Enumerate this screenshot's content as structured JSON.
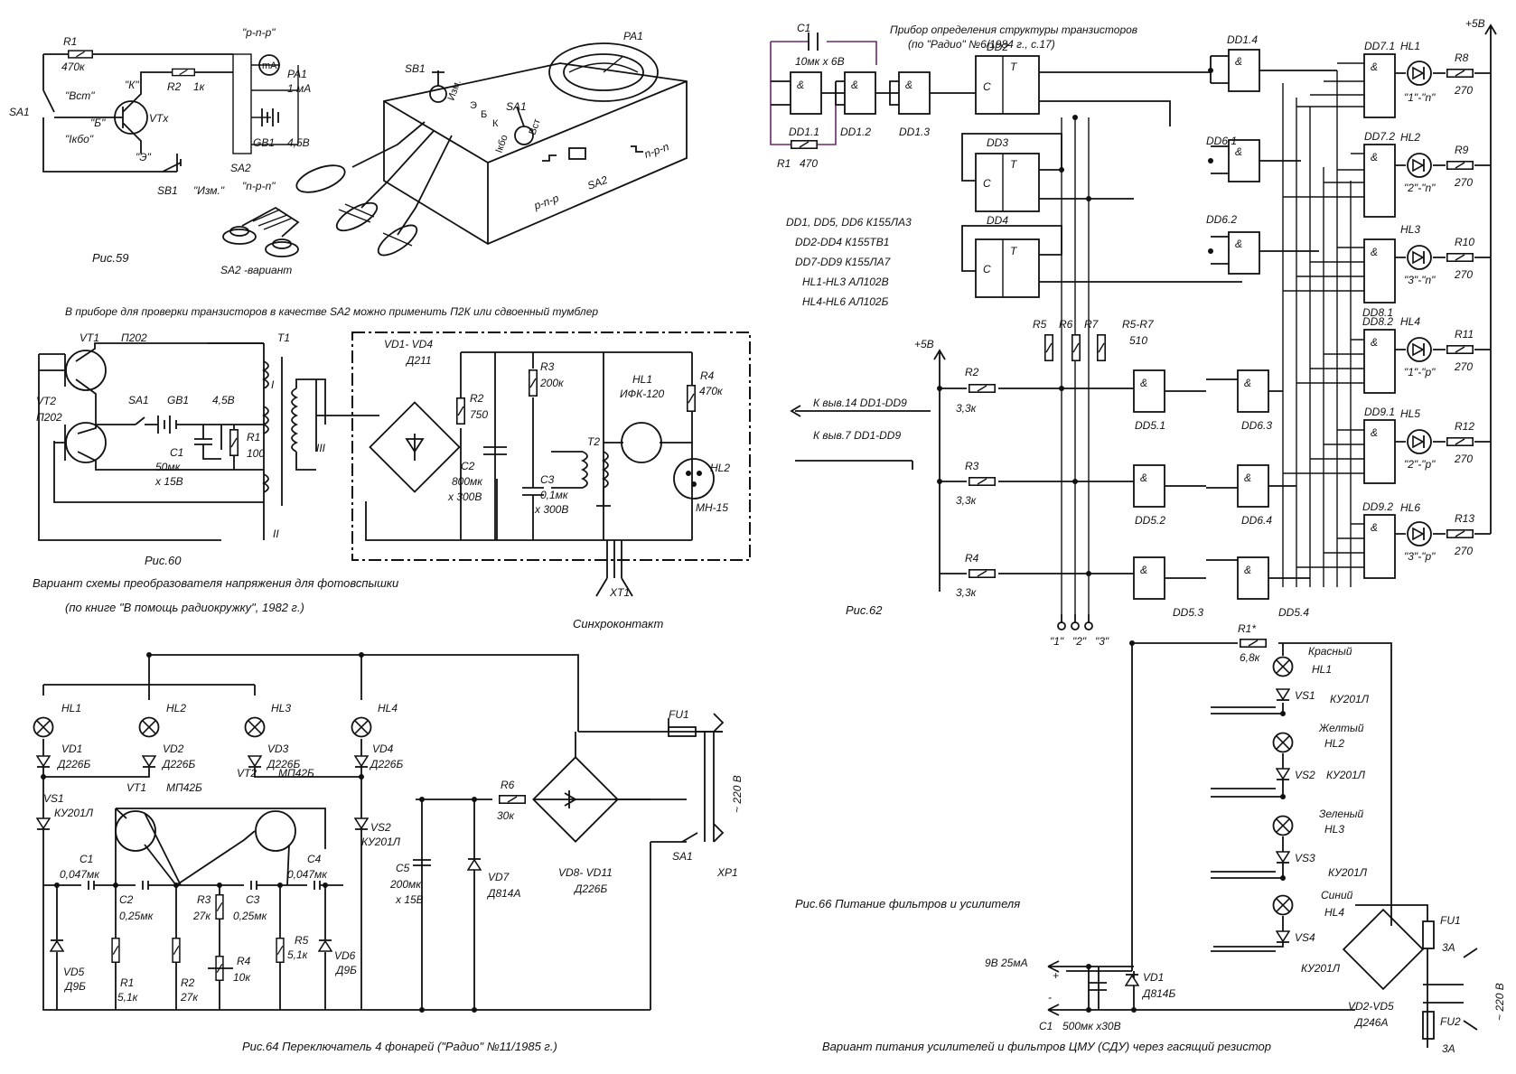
{
  "page": {
    "background": "#ffffff",
    "ink": "#111111"
  },
  "fig59": {
    "r1": "R1",
    "r1v": "470к",
    "r2": "R2",
    "r2v": "1к",
    "pnp_top": "\"р-n-р\"",
    "pa1": "PA1",
    "pa1v": "1 мА",
    "vst": "\"Вст\"",
    "sa1": "SA1",
    "k": "\"К\"",
    "b": "\"Б\"",
    "e": "\"Э\"",
    "vtx": "VTx",
    "ikbo": "\"Iкбо\"",
    "sa2": "SA2",
    "gb1": "GB1",
    "gb1v": "4,5В",
    "sb1": "SB1",
    "izm": "\"Изм.\"",
    "npn": "\"n-р-n\"",
    "ma": "mA",
    "caption": "Рис.59",
    "variant": "SA2 -вариант",
    "sb1_top": "SB1",
    "pa1_top": "PA1",
    "sa1_top": "SA1",
    "izm_top": "Изм.",
    "vst_top": "Вст",
    "e_top": "Э",
    "b_top": "Б",
    "k_top": "К",
    "ikbo_top": "Iкбо",
    "pnp_box": "p-n-p",
    "npn_box": "n-p-n",
    "sa2_box": "SA2",
    "note": "В приборе для проверки транзисторов в качестве SA2 можно применить П2К или сдвоенный тумблер"
  },
  "fig60": {
    "vt1": "VT1",
    "vt1t": "П202",
    "vt2": "VT2",
    "vt2t": "П202",
    "t1": "T1",
    "sa1": "SA1",
    "gb1": "GB1",
    "gb1v": "4,5В",
    "r1": "R1",
    "r1v": "100",
    "c1": "C1",
    "c1v": "50мк",
    "c1v2": "х 15В",
    "w1": "I",
    "w2": "II",
    "w3": "III",
    "vd": "VD1- VD4",
    "vdt": "Д211",
    "r2": "R2",
    "r2v": "750",
    "c2": "C2",
    "c2v": "800мк",
    "c2v2": "х 300В",
    "r3": "R3",
    "r3v": "200к",
    "c3": "C3",
    "c3v": "0,1мк",
    "c3v2": "х 300В",
    "hl1": "HL1",
    "hl1t": "ИФК-120",
    "t2": "T2",
    "r4": "R4",
    "r4v": "470к",
    "hl2": "HL2",
    "hl2t": "МН-15",
    "xt1": "XT1",
    "sync": "Синхроконтакт",
    "caption": "Рис.60",
    "title": "Вариант схемы преобразователя напряжения для фотовспышки",
    "source": "(по книге \"В помощь радиокружку\", 1982 г.)"
  },
  "fig62": {
    "title1": "Прибор определения структуры транзисторов",
    "title2": "(по \"Радио\" №6/1984 г., с.17)",
    "c1": "C1",
    "c1v": "10мк х 6В",
    "r1": "R1",
    "r1v": "470",
    "dd11": "DD1.1",
    "dd12": "DD1.2",
    "dd13": "DD1.3",
    "dd2": "DD2",
    "dd3": "DD3",
    "dd4": "DD4",
    "dd14": "DD1.4",
    "dd61": "DD6.1",
    "dd62": "DD6.2",
    "dd71": "DD7.1",
    "dd72": "DD7.2",
    "dd81": "DD8.1",
    "dd82": "DD8.2",
    "dd91": "DD9.1",
    "dd92": "DD9.2",
    "dd51": "DD5.1",
    "dd52": "DD5.2",
    "dd53": "DD5.3",
    "dd63": "DD6.3",
    "dd64": "DD6.4",
    "dd54": "DD5.4",
    "parts1": "DD1, DD5, DD6 К155ЛА3",
    "parts2": "DD2-DD4 К155ТВ1",
    "parts3": "DD7-DD9 К155ЛА7",
    "parts4": "HL1-HL3 АЛ102В",
    "parts5": "HL4-HL6 АЛ102Б",
    "p5v": "+5В",
    "p5v2": "+5В",
    "r5": "R5",
    "r6": "R6",
    "r7": "R7",
    "r57": "R5-R7",
    "r57v": "510",
    "r2": "R2",
    "r2v": "3,3к",
    "r3": "R3",
    "r3v": "3,3к",
    "r4": "R4",
    "r4v": "3,3к",
    "k14": "К выв.14 DD1-DD9",
    "k7": "К выв.7 DD1-DD9",
    "t1": "\"1\"",
    "t2": "\"2\"",
    "t3": "\"3\"",
    "hl": [
      "HL1",
      "HL2",
      "HL3",
      "HL4",
      "HL5",
      "HL6"
    ],
    "rl": [
      "R8",
      "R9",
      "R10",
      "R11",
      "R12",
      "R13"
    ],
    "rv": "270",
    "lab": [
      "\"1\"-\"n\"",
      "\"2\"-\"n\"",
      "\"3\"-\"n\"",
      "\"1\"-\"p\"",
      "\"2\"-\"p\"",
      "\"3\"-\"p\""
    ],
    "and": "&",
    "tt": "T",
    "cc": "C",
    "caption": "Рис.62"
  },
  "fig64": {
    "hl1": "HL1",
    "hl2": "HL2",
    "hl3": "HL3",
    "hl4": "HL4",
    "vd1": "VD1",
    "vd2": "VD2",
    "vd3": "VD3",
    "vd4": "VD4",
    "d226": "Д226Б",
    "vs1": "VS1",
    "vs1t": "КУ201Л",
    "vs2": "VS2",
    "vs2t": "КУ201Л",
    "vt1": "VT1",
    "vt1t": "МП42Б",
    "vt2": "VT2",
    "vt2t": "МП42Б",
    "c1": "C1",
    "c1v": "0,047мк",
    "c2": "C2",
    "c2v": "0,25мк",
    "c3": "C3",
    "c3v": "0,25мк",
    "c4": "C4",
    "c4v": "0,047мк",
    "r1": "R1",
    "r1v": "5,1к",
    "r2": "R2",
    "r2v": "27к",
    "r3": "R3",
    "r3v": "27к",
    "r4": "R4",
    "r4v": "10к",
    "r5": "R5",
    "r5v": "5,1к",
    "vd5": "VD5",
    "vd5t": "Д9Б",
    "vd6": "VD6",
    "vd6t": "Д9Б",
    "c5": "C5",
    "c5v": "200мк",
    "c5v2": "х 15В",
    "r6": "R6",
    "r6v": "30к",
    "vd7": "VD7",
    "vd7t": "Д814А",
    "vd8": "VD8- VD11",
    "vd8t": "Д226Б",
    "fu1": "FU1",
    "sa1": "SA1",
    "xp1": "XP1",
    "v220": "~ 220 В",
    "caption": "Рис.64     Переключатель 4 фонарей (\"Радио\" №11/1985 г.)"
  },
  "fig66": {
    "caption": "Рис.66  Питание фильтров и усилителя",
    "r1": "R1*",
    "r1v": "6,8к",
    "red": "Красный",
    "hl1": "HL1",
    "vs1": "VS1",
    "ku": "КУ201Л",
    "yellow": "Желтый",
    "hl2": "HL2",
    "vs2": "VS2",
    "green": "Зеленый",
    "hl3": "HL3",
    "vs3": "VS3",
    "blue": "Синий",
    "hl4": "HL4",
    "vs4": "VS4",
    "fu1": "FU1",
    "fu1v": "3А",
    "fu2": "FU2",
    "fu2v": "3А",
    "v220": "~ 220 В",
    "vd1": "VD1",
    "vd1t": "Д814Б",
    "out": "9В 25мА",
    "c1": "C1",
    "c1v": "500мк х30В",
    "vd25": "VD2-VD5",
    "vd25t": "Д246А",
    "plus": "+",
    "minus": "-",
    "note": "Вариант питания усилителей и фильтров  ЦМУ (СДУ) через гасящий резистор"
  }
}
